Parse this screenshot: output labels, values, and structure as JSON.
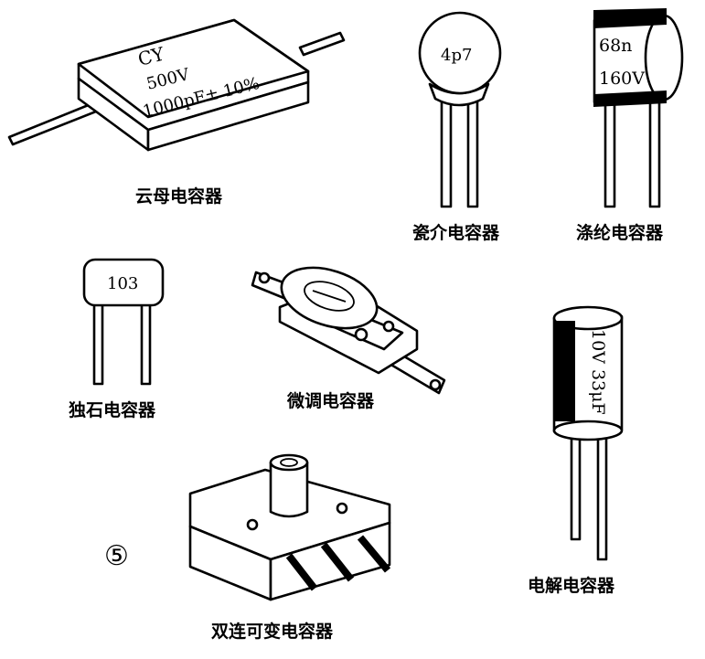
{
  "figure_number": "⑤",
  "components": {
    "mica": {
      "label": "云母电容器",
      "marking_1": "CY",
      "marking_2": "500V",
      "marking_3": "1000pF± 10%"
    },
    "ceramic": {
      "label": "瓷介电容器",
      "marking": "4p7"
    },
    "polyester": {
      "label": "涤纶电容器",
      "marking_1": "68n",
      "marking_2": "160V"
    },
    "monolithic": {
      "label": "独石电容器",
      "marking": "103"
    },
    "trimmer": {
      "label": "微调电容器"
    },
    "electrolytic": {
      "label": "电解电容器",
      "marking": "10V 33μF"
    },
    "dual_variable": {
      "label": "双连可变电容器"
    }
  },
  "colors": {
    "ink": "#000000",
    "paper": "#ffffff"
  }
}
